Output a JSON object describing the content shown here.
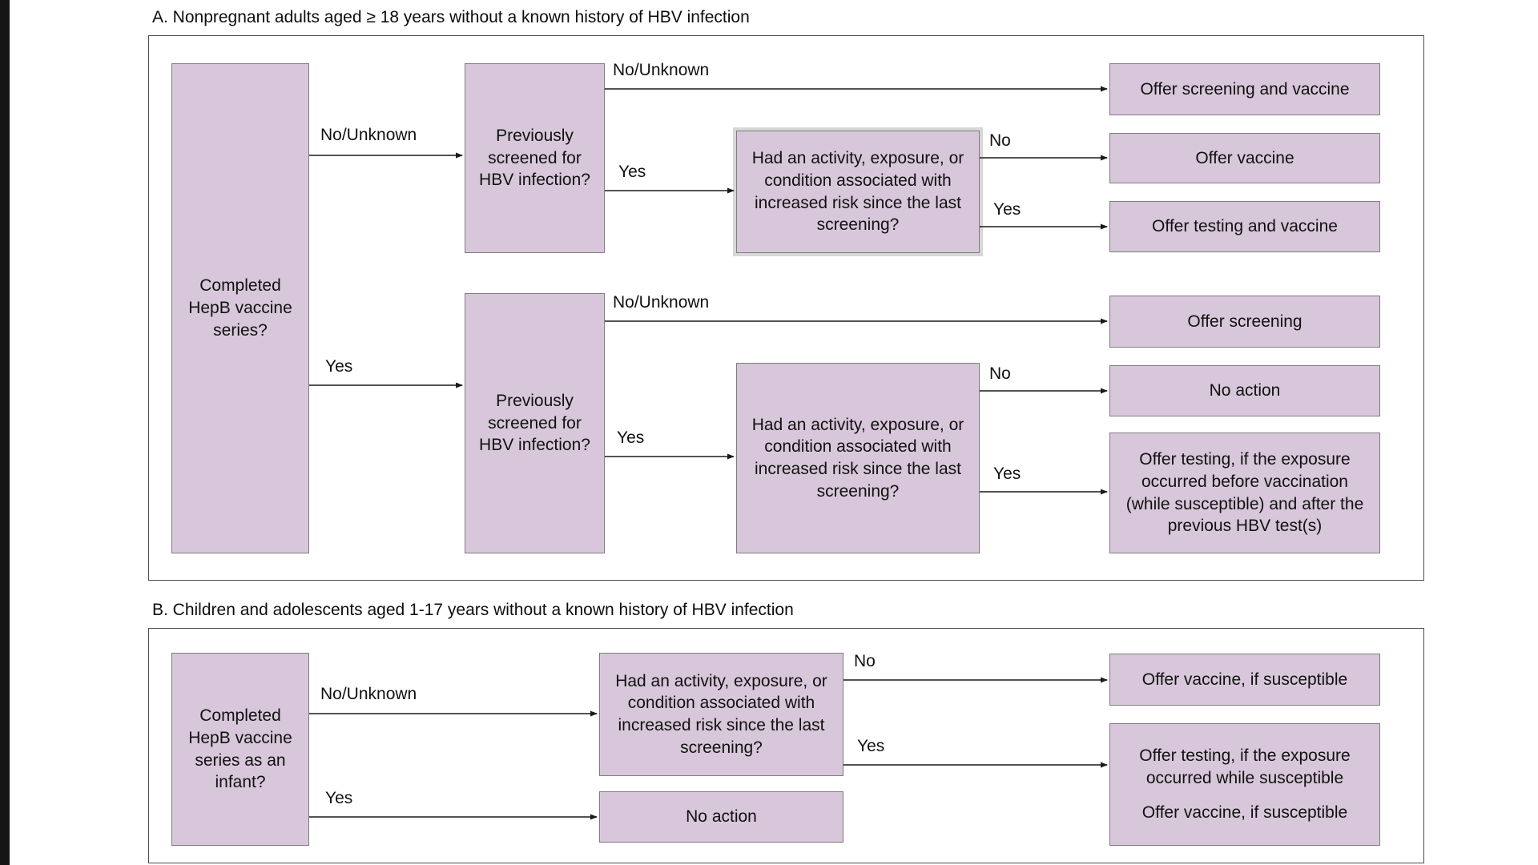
{
  "colors": {
    "box_fill": "#d8c7da",
    "box_border": "#7d7d7d",
    "panel_border": "#4d4d4d",
    "arrow": "#1a1a1a",
    "background": "#ffffff"
  },
  "panel_a": {
    "title": "A. Nonpregnant adults aged ≥ 18 years without a known history of HBV infection",
    "nodes": {
      "completed": "Completed HepB vaccine series?",
      "prev1": "Previously screened for HBV infection?",
      "prev2": "Previously screened for HBV infection?",
      "risk1": "Had an activity, exposure, or condition associated with increased risk since the last screening?",
      "risk2": "Had an activity, exposure, or condition associated with increased risk since the last screening?",
      "out1": "Offer screening and vaccine",
      "out2": "Offer vaccine",
      "out3": "Offer testing and vaccine",
      "out4": "Offer screening",
      "out5": "No action",
      "out6": "Offer testing, if the exposure occurred before vaccination (while susceptible) and after the previous HBV test(s)"
    },
    "labels": {
      "a1": "No/Unknown",
      "a2": "Yes",
      "a3": "No/Unknown",
      "a4": "Yes",
      "a5": "No",
      "a6": "Yes",
      "a7": "No/Unknown",
      "a8": "Yes",
      "a9": "No",
      "a10": "Yes"
    }
  },
  "panel_b": {
    "title": "B. Children and adolescents aged 1-17 years without a known history of HBV infection",
    "nodes": {
      "completed": "Completed HepB vaccine series as an infant?",
      "risk": "Had an activity, exposure, or condition associated with increased risk since the last screening?",
      "no_action": "No action",
      "out1": "Offer vaccine, if susceptible",
      "out2_line1": "Offer testing, if the exposure occurred while susceptible",
      "out2_line2": "Offer vaccine, if susceptible"
    },
    "labels": {
      "b1": "No/Unknown",
      "b2": "Yes",
      "b3": "No",
      "b4": "Yes"
    }
  }
}
